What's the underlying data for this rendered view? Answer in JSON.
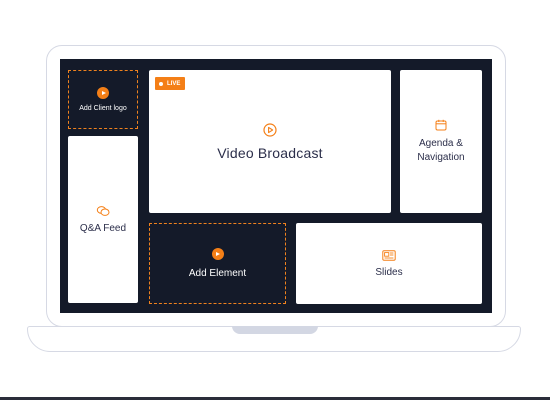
{
  "laptop": {
    "client_logo": {
      "label": "Add Client logo",
      "icon": "play-icon"
    },
    "video_broadcast": {
      "label": "Video Broadcast",
      "badge": "LIVE",
      "icon": "play-circle-icon"
    },
    "agenda": {
      "line1": "Agenda &",
      "line2": "Navigation",
      "icon": "calendar-icon"
    },
    "qa_feed": {
      "label": "Q&A Feed",
      "icon": "chat-bubbles-icon"
    },
    "add_element": {
      "label": "Add Element",
      "icon": "play-icon"
    },
    "slides": {
      "label": "Slides",
      "icon": "slides-icon"
    }
  },
  "colors": {
    "accent": "#f47f17",
    "screen_background": "#141a29",
    "panel_background": "#ffffff",
    "text": "#2b2e4a",
    "laptop_outline": "#d6d9e4"
  }
}
